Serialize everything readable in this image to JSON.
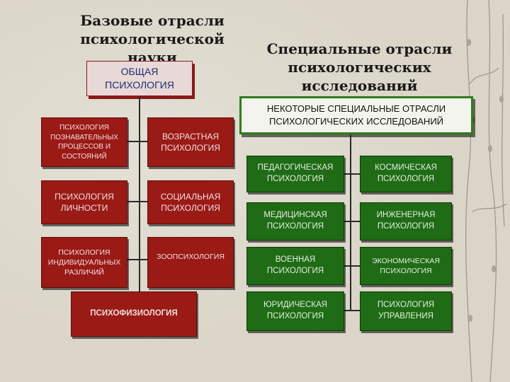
{
  "titles": {
    "basic": "Базовые отрасли психологической науки",
    "special": "Специальные отрасли психологических исследований"
  },
  "general_box": "ОБЩАЯ ПСИХОЛОГИЯ",
  "basic_left": [
    "ПСИХОЛОГИЯ ПОЗНАВАТЕЛЬНЫХ ПРОЦЕССОВ И СОСТОЯНИЙ",
    "ПСИХОЛОГИЯ ЛИЧНОСТИ",
    "ПСИХОЛОГИЯ ИНДИВИДУАЛЬНЫХ РАЗЛИЧИЙ"
  ],
  "basic_right": [
    "ВОЗРАСТНАЯ ПСИХОЛОГИЯ",
    "СОЦИАЛЬНАЯ ПСИХОЛОГИЯ",
    "ЗООПСИХОЛОГИЯ"
  ],
  "basic_bottom": "ПСИХОФИЗИОЛОГИЯ",
  "special_header": "НЕКОТОРЫЕ СПЕЦИАЛЬНЫЕ ОТРАСЛИ ПСИХОЛОГИЧЕСКИХ ИССЛЕДОВАНИЙ",
  "special_left": [
    "ПЕДАГОГИЧЕСКАЯ ПСИХОЛОГИЯ",
    "МЕДИЦИНСКАЯ ПСИХОЛОГИЯ",
    "ВОЕННАЯ ПСИХОЛОГИЯ",
    "ЮРИДИЧЕСКАЯ ПСИХОЛОГИЯ"
  ],
  "special_right": [
    "КОСМИЧЕСКАЯ ПСИХОЛОГИЯ",
    "ИНЖЕНЕРНАЯ ПСИХОЛОГИЯ",
    "ЭКОНОМИЧЕСКАЯ ПСИХОЛОГИЯ",
    "ПСИХОЛОГИЯ УПРАВЛЕНИЯ"
  ],
  "colors": {
    "basic_box": "#9a1a16",
    "special_box": "#1f6b16",
    "special_border": "#2d7d1c",
    "background": "#dcd7c9"
  }
}
